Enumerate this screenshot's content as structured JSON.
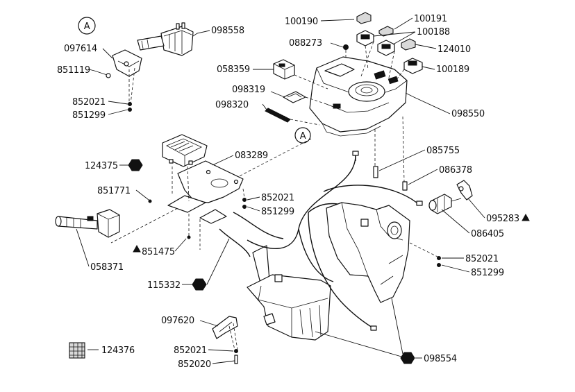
{
  "callouts": [
    {
      "id": "c-098558",
      "text": "098558"
    },
    {
      "id": "c-097614",
      "text": "097614"
    },
    {
      "id": "c-851119",
      "text": "851119"
    },
    {
      "id": "c-852021-a",
      "text": "852021"
    },
    {
      "id": "c-851299-a",
      "text": "851299"
    },
    {
      "id": "c-100190",
      "text": "100190"
    },
    {
      "id": "c-100191",
      "text": "100191"
    },
    {
      "id": "c-088273",
      "text": "088273"
    },
    {
      "id": "c-100188",
      "text": "100188"
    },
    {
      "id": "c-124010",
      "text": "124010"
    },
    {
      "id": "c-058359",
      "text": "058359"
    },
    {
      "id": "c-100189",
      "text": "100189"
    },
    {
      "id": "c-098319",
      "text": "098319"
    },
    {
      "id": "c-098320",
      "text": "098320"
    },
    {
      "id": "c-098550",
      "text": "098550"
    },
    {
      "id": "c-083289",
      "text": "083289"
    },
    {
      "id": "c-124375",
      "text": "124375"
    },
    {
      "id": "c-085755",
      "text": "085755"
    },
    {
      "id": "c-086378",
      "text": "086378"
    },
    {
      "id": "c-851771",
      "text": "851771"
    },
    {
      "id": "c-852021-b",
      "text": "852021"
    },
    {
      "id": "c-851299-b",
      "text": "851299"
    },
    {
      "id": "c-095283",
      "text": "095283"
    },
    {
      "id": "c-086405",
      "text": "086405"
    },
    {
      "id": "c-851475",
      "text": "851475"
    },
    {
      "id": "c-058371",
      "text": "058371"
    },
    {
      "id": "c-852021-c",
      "text": "852021"
    },
    {
      "id": "c-851299-c",
      "text": "851299"
    },
    {
      "id": "c-115332",
      "text": "115332"
    },
    {
      "id": "c-097620",
      "text": "097620"
    },
    {
      "id": "c-852021-d",
      "text": "852021"
    },
    {
      "id": "c-124376",
      "text": "124376"
    },
    {
      "id": "c-852020",
      "text": "852020"
    },
    {
      "id": "c-098554",
      "text": "098554"
    }
  ],
  "detail_markers": [
    {
      "id": "marker-a-top",
      "text": "A"
    },
    {
      "id": "marker-a-mid",
      "text": "A"
    }
  ]
}
